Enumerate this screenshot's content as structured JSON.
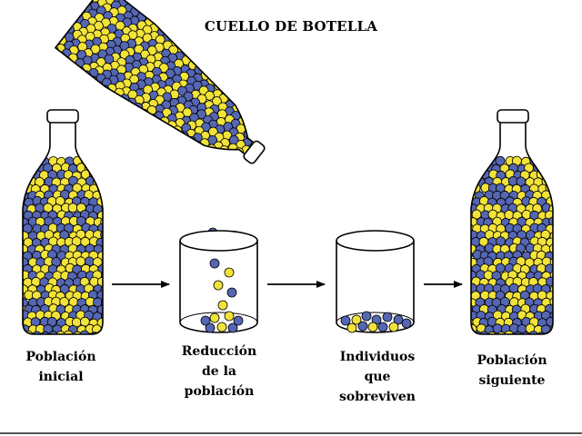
{
  "title": "CUELLO DE BOTELLA",
  "colors": {
    "yellow": "#f2e33a",
    "blue": "#5566b3",
    "outline": "#000000"
  },
  "stages": [
    {
      "lines": [
        "Población",
        "inicial"
      ]
    },
    {
      "lines": [
        "Reducción",
        "de la",
        "población"
      ]
    },
    {
      "lines": [
        "Individuos",
        "que",
        "sobreviven"
      ]
    },
    {
      "lines": [
        "Población",
        "siguiente"
      ]
    }
  ]
}
